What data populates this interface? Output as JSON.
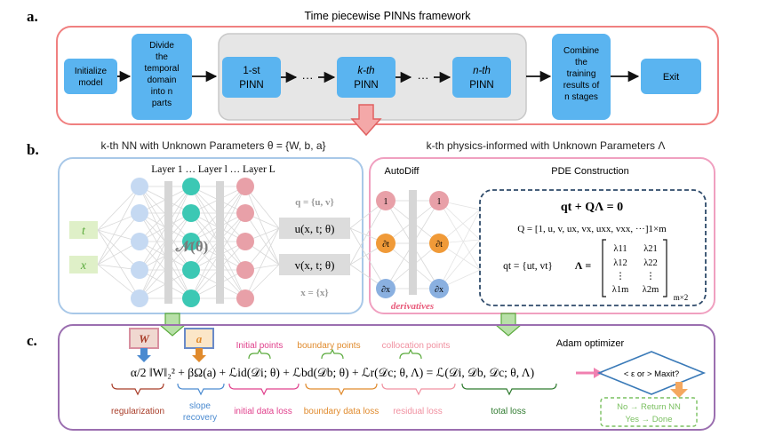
{
  "panel_a": {
    "letter": "a.",
    "title": "Time piecewise PINNs framework",
    "initialize": [
      "Initialize",
      "model"
    ],
    "divide": [
      "Divide",
      "the",
      "temporal",
      "domain",
      "into n",
      "parts"
    ],
    "pinn1": [
      "1-st",
      "PINN"
    ],
    "pinnk": [
      "k-th",
      "PINN"
    ],
    "pinnn": [
      "n-th",
      "PINN"
    ],
    "dots": "···",
    "combine": [
      "Combine",
      "the",
      "training",
      "results of",
      "n stages"
    ],
    "exit": "Exit"
  },
  "panel_b": {
    "letter": "b.",
    "nn_title": "k-th NN with Unknown Parameters θ = {W, b, a}",
    "phys_title": "k-th physics-informed with Unknown Parameters Λ",
    "layers_label": "Layer 1 … Layer l … Layer L",
    "input_t": "t",
    "input_x": "x",
    "network_symbol": "𝒩(θ)",
    "q_def": "q = {u, v}",
    "out_u": "u(x, t; θ)",
    "out_v": "v(x, t; θ)",
    "x_def": "x = {x}",
    "autodiff": "AutoDiff",
    "derivatives": "derivatives",
    "node_one": "1",
    "node_dt": "∂t",
    "node_dx": "∂x",
    "pde_title": "PDE Construction",
    "pde_eq": "qt + QΛ = 0",
    "Q_def": "Q = [1, u, v, ux, vx, uxx, vxx, ···]1×m",
    "qt_def": "qt = {ut, vt}",
    "lambda_lhs": "Λ =",
    "lambda_col1": [
      "λ11",
      "λ12",
      "⋮",
      "λ1m"
    ],
    "lambda_col2": [
      "λ21",
      "λ22",
      "⋮",
      "λ2m"
    ],
    "lambda_sub": "m×2"
  },
  "panel_c": {
    "letter": "c.",
    "W_box": "W",
    "a_box": "a",
    "initial_points": "Initial points",
    "boundary_points": "boundary points",
    "collocation_points": "collocation points",
    "adam": "Adam optimizer",
    "loss_eq": "α/2 ‖W‖₂² + βΩ(a) + ℒid(𝒟i; θ) + ℒbd(𝒟b; θ) + ℒr(𝒟c; θ, Λ) = ℒ(𝒟i, 𝒟b, 𝒟c; θ, Λ)",
    "diamond_text": "< ε or > Maxit?",
    "no_text": "No → Return NN",
    "yes_text": "Yes → Done",
    "labels": {
      "regularization": "regularization",
      "slope": [
        "slope",
        "recovery"
      ],
      "initial": "initial data loss",
      "boundary": "boundary data loss",
      "residual": "residual loss",
      "total": "total loss"
    }
  },
  "colors": {
    "panel_a_border": "#f08080",
    "panel_b_left_border": "#a8c8e8",
    "panel_b_right_border": "#f0a0c0",
    "panel_c_border": "#9b6fb0",
    "blue_box": "#5ab4f0",
    "gray_box": "#e6e6e6",
    "node_blue": "#c5d9f2",
    "node_teal": "#3cc8b4",
    "node_pink": "#e8a0a8",
    "green": "#5aaa3c",
    "orange": "#e08a2c",
    "dark_red": "#a83c28",
    "pink_text": "#e0408c"
  }
}
